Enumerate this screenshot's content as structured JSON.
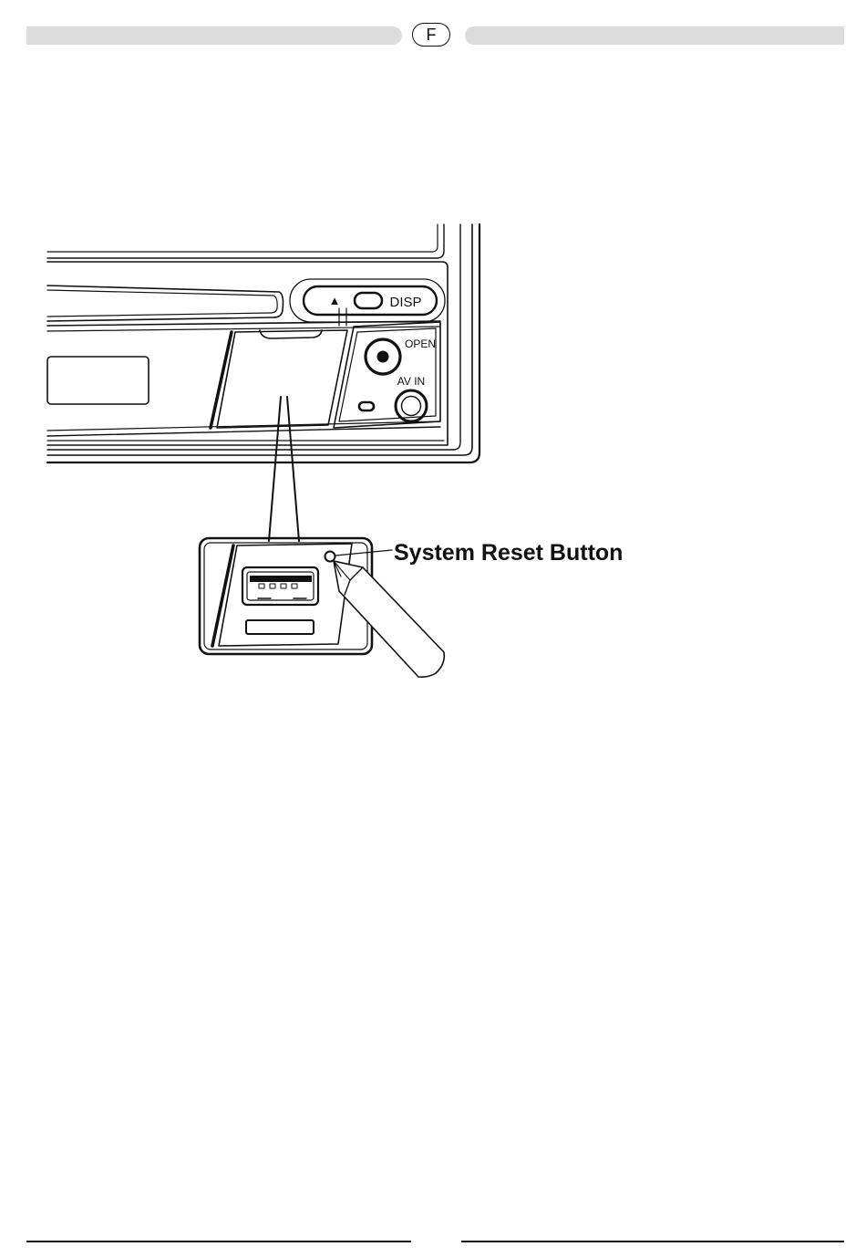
{
  "header": {
    "language_badge": "F"
  },
  "illustration": {
    "eject_symbol": "▲",
    "disp_label": "DISP",
    "open_label": "OPEN",
    "av_in_label": "AV IN",
    "callout_label": "System Reset Button",
    "icons": [
      "eject-icon",
      "usb-port-icon",
      "stylus-pen-icon"
    ]
  }
}
